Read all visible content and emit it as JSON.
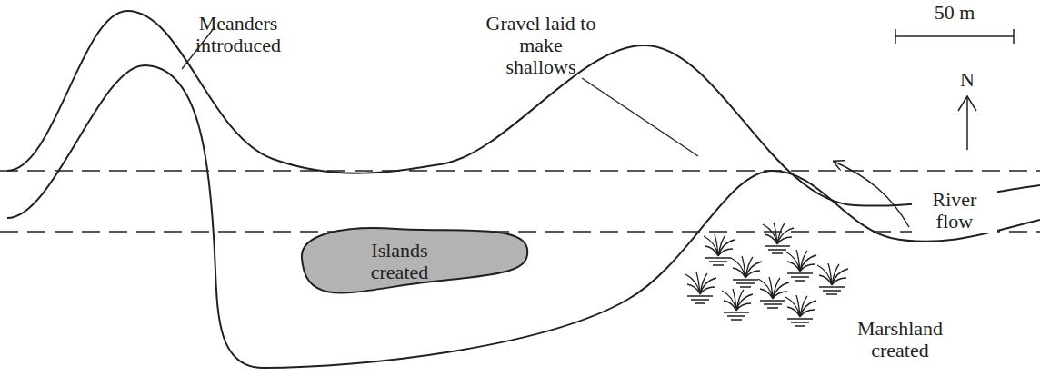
{
  "diagram": {
    "nodes": [
      {
        "text": [
          "Islands created"
        ]
      }
    ],
    "labels": [
      "Meanders introduced",
      "Gravel laid to make shallows",
      "50 m",
      "N",
      "River flow",
      "Marshland created"
    ]
  }
}
